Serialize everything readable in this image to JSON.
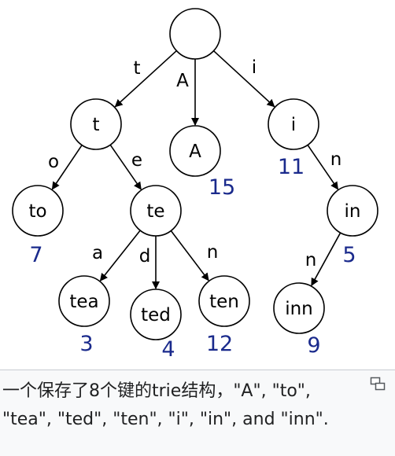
{
  "diagram": {
    "root_label": "",
    "nodes": {
      "root": {
        "label": "",
        "value": ""
      },
      "t": {
        "label": "t",
        "value": ""
      },
      "A": {
        "label": "A",
        "value": "15"
      },
      "i": {
        "label": "i",
        "value": "11"
      },
      "to": {
        "label": "to",
        "value": "7"
      },
      "te": {
        "label": "te",
        "value": ""
      },
      "in": {
        "label": "in",
        "value": "5"
      },
      "tea": {
        "label": "tea",
        "value": "3"
      },
      "ted": {
        "label": "ted",
        "value": "4"
      },
      "ten": {
        "label": "ten",
        "value": "12"
      },
      "inn": {
        "label": "inn",
        "value": "9"
      }
    },
    "edges": [
      {
        "from": "root",
        "to": "t",
        "label": "t"
      },
      {
        "from": "root",
        "to": "A",
        "label": "A"
      },
      {
        "from": "root",
        "to": "i",
        "label": "i"
      },
      {
        "from": "t",
        "to": "to",
        "label": "o"
      },
      {
        "from": "t",
        "to": "te",
        "label": "e"
      },
      {
        "from": "i",
        "to": "in",
        "label": "n"
      },
      {
        "from": "te",
        "to": "tea",
        "label": "a"
      },
      {
        "from": "te",
        "to": "ted",
        "label": "d"
      },
      {
        "from": "te",
        "to": "ten",
        "label": "n"
      },
      {
        "from": "in",
        "to": "inn",
        "label": "n"
      }
    ],
    "colors": {
      "node_stroke": "#000000",
      "node_fill": "#ffffff",
      "value_text": "#1a2a8c",
      "edge": "#000000"
    }
  },
  "caption": {
    "text": "一个保存了8个键的trie结构，\"A\", \"to\", \"tea\", \"ted\", \"ten\", \"i\", \"in\", and \"inn\".",
    "enlarge_icon": "enlarge-icon"
  }
}
